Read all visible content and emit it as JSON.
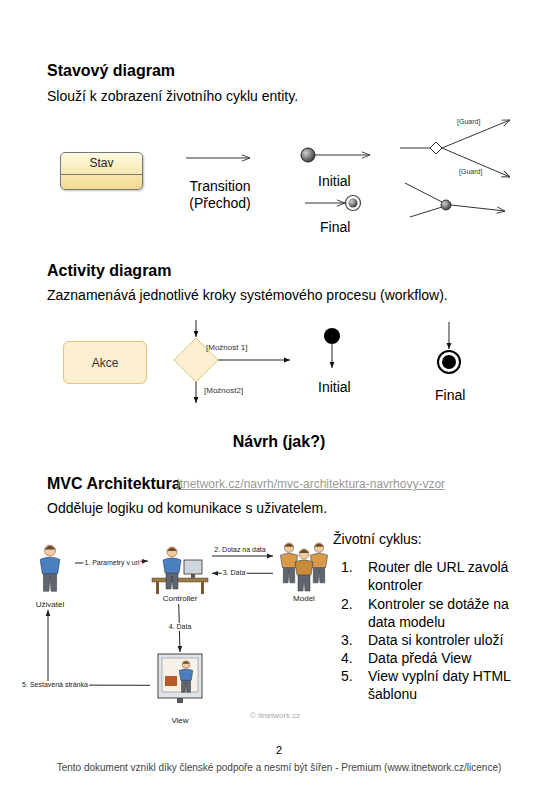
{
  "diagram": {
    "nodes": [
      {
        "text": [
          "Stav"
        ]
      },
      {
        "text": [
          "Akce"
        ]
      },
      {
        "text": [
          "Uživatel"
        ]
      },
      {
        "text": [
          "Controller"
        ]
      },
      {
        "text": [
          "Model"
        ]
      },
      {
        "text": [
          "View"
        ]
      }
    ],
    "edges": [
      {
        "from": 2,
        "to": 3,
        "label": "1. Parametry v url",
        "arrow": "to"
      },
      {
        "from": 3,
        "to": 4,
        "label": "2. Dotaz na data",
        "arrow": "to"
      },
      {
        "from": 4,
        "to": 3,
        "label": "3. Data",
        "arrow": "to"
      },
      {
        "from": 3,
        "to": 5,
        "label": "4. Data",
        "arrow": "to"
      },
      {
        "from": 5,
        "to": 2,
        "label": "5. Sestavená stránka",
        "arrow": "to"
      }
    ],
    "labels": [
      "Stavový diagram",
      "Slouží k zobrazení životního cyklu entity.",
      "Transition (Přechod)",
      "Initial",
      "Final",
      "[Guard]",
      "[Guard]",
      "Activity diagram",
      "Zaznamenává jednotlivé kroky systémového procesu (workflow).",
      "[Možnost 1]",
      "[Možnost2]",
      "Initial",
      "Final",
      "Návrh (jak?)",
      "MVC Architektura",
      "itnetwork.cz/navrh/mvc-architektura-navrhovy-vzor",
      "Odděluje logiku od komunikace s uživatelem.",
      "© itnetwork.cz",
      "Životní cyklus:",
      "1.",
      "Router dle URL zavolá kontroler",
      "2.",
      "Kontroler se dotáže na data modelu",
      "3.",
      "Data si kontroler uloží",
      "4.",
      "Data předá View",
      "5.",
      "View vyplní daty HTML šablonu",
      "2",
      "Tento dokument vznikl díky členské podpoře a nesmí být šířen - Premium (www.itnetwork.cz/licence)"
    ]
  }
}
